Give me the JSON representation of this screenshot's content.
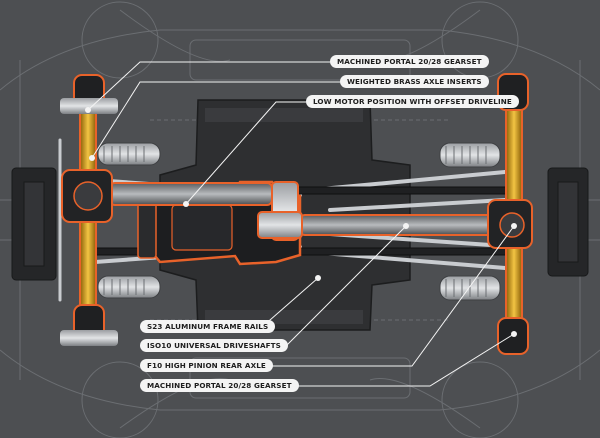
{
  "diagram": {
    "callouts": [
      {
        "id": "c1",
        "text": "MACHINED PORTAL 20/28 GEARSET"
      },
      {
        "id": "c2",
        "text": "WEIGHTED BRASS AXLE INSERTS"
      },
      {
        "id": "c3",
        "text": "LOW MOTOR POSITION WITH OFFSET DRIVELINE"
      },
      {
        "id": "c4",
        "text": "S23 ALUMINUM FRAME RAILS"
      },
      {
        "id": "c5",
        "text": "ISO10 UNIVERSAL DRIVESHAFTS"
      },
      {
        "id": "c6",
        "text": "F10 HIGH PINION REAR AXLE"
      },
      {
        "id": "c7",
        "text": "MACHINED PORTAL 20/28 GEARSET"
      }
    ],
    "colors": {
      "background": "#4d4f52",
      "blueprint_line": "#6b6e72",
      "chassis_dark": "#2a2b2d",
      "accent_orange": "#e8622a",
      "axle_gold": "#d8a31c",
      "callout_fill": "#f4f4f4"
    }
  }
}
